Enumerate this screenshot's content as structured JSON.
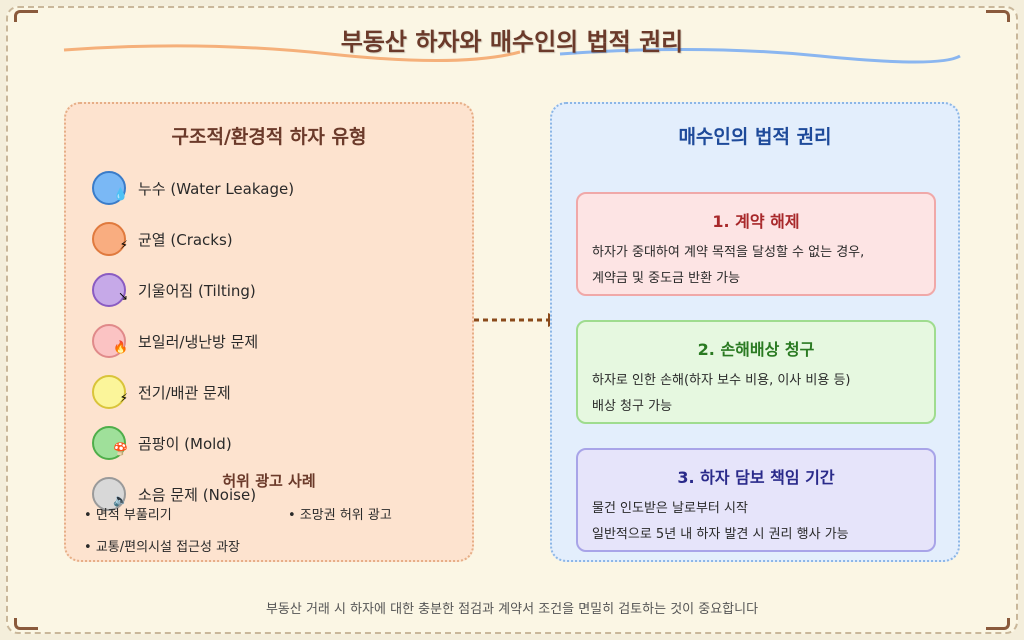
{
  "title": "부동산 하자와 매수인의 법적 권리",
  "left_panel": {
    "title": "구조적/환경적 하자 유형",
    "defects": [
      {
        "label": "누수 (Water Leakage)",
        "icon": "water-drop-icon",
        "fill": "#7ab8f5",
        "stroke": "#3a7cc9",
        "badge": "💧"
      },
      {
        "label": "균열 (Cracks)",
        "icon": "lightning-icon",
        "fill": "#f9ad80",
        "stroke": "#e07a3e",
        "badge": "⚡"
      },
      {
        "label": "기울어짐 (Tilting)",
        "icon": "tilt-arrow-icon",
        "fill": "#c6a9e8",
        "stroke": "#8a5cc2",
        "badge": "↘"
      },
      {
        "label": "보일러/냉난방 문제",
        "icon": "flame-icon",
        "fill": "#fbc3c3",
        "stroke": "#e08a8a",
        "badge": "🔥"
      },
      {
        "label": "전기/배관 문제",
        "icon": "lightning-icon",
        "fill": "#fbf59a",
        "stroke": "#d9c43a",
        "badge": "⚡"
      },
      {
        "label": "곰팡이 (Mold)",
        "icon": "mold-icon",
        "fill": "#9fe09a",
        "stroke": "#4fae4a",
        "badge": "🍄"
      },
      {
        "label": "소음 문제 (Noise)",
        "icon": "speaker-icon",
        "fill": "#d8d8d8",
        "stroke": "#9a9a9a",
        "badge": "🔈"
      }
    ],
    "false_ads": {
      "heading": "허위 광고 사례",
      "items": [
        "면적 부풀리기",
        "조망권 허위 광고",
        "교통/편의시설 접근성 과장"
      ]
    }
  },
  "right_panel": {
    "title": "매수인의 법적 권리",
    "cards": [
      {
        "title": "1. 계약 해제",
        "lines": [
          "하자가 중대하여 계약 목적을 달성할 수 없는 경우,",
          "계약금 및 중도금 반환 가능"
        ],
        "bg": "#fde4e4",
        "border": "#f0a8a8",
        "title_color": "#a8282a"
      },
      {
        "title": "2. 손해배상 청구",
        "lines": [
          "하자로 인한 손해(하자 보수 비용, 이사 비용 등)",
          "배상 청구 가능"
        ],
        "bg": "#e6f8e0",
        "border": "#9fdc8f",
        "title_color": "#2a7a22"
      },
      {
        "title": "3. 하자 담보 책임 기간",
        "lines": [
          "물건 인도받은 날로부터 시작",
          "일반적으로 5년 내 하자 발견 시 권리 행사 가능"
        ],
        "bg": "#e6e4fa",
        "border": "#a8a4e8",
        "title_color": "#2a2a8a"
      }
    ]
  },
  "footer": "부동산 거래 시 하자에 대한 충분한 점검과 계약서 조건을 면밀히 검토하는 것이 중요합니다",
  "colors": {
    "arrow": "#8a4a1a",
    "wave_left": "#f5b07a",
    "wave_right": "#8ab6f0"
  }
}
